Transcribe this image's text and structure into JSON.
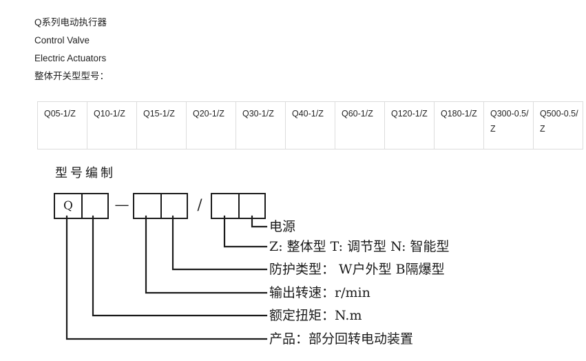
{
  "header": {
    "lines": [
      "Q系列电动执行器",
      "Control Valve",
      "Electric Actuators",
      "整体开关型型号："
    ]
  },
  "model_table": {
    "cells": [
      "Q05-1/Z",
      "Q10-1/Z",
      "Q15-1/Z",
      "Q20-1/Z",
      "Q30-1/Z",
      "Q40-1/Z",
      "Q60-1/Z",
      "Q120-1/Z",
      "Q180-1/Z",
      "Q300-0.5/Z",
      "Q500-0.5/Z"
    ]
  },
  "diagram": {
    "title": "型号编制",
    "boxes": {
      "group1": [
        "Q",
        ""
      ],
      "separator1": "—",
      "group2": [
        "",
        ""
      ],
      "separator2": "/",
      "group3": [
        "",
        ""
      ]
    },
    "labels": [
      {
        "key": "power",
        "text": "电源"
      },
      {
        "key": "type",
        "text": "Z: 整体型    T: 调节型    N: 智能型"
      },
      {
        "key": "protection",
        "text": "防护类型：  W户外型     B隔爆型"
      },
      {
        "key": "speed",
        "text": "输出转速：r/min"
      },
      {
        "key": "torque",
        "text": "额定扭矩：N.m"
      },
      {
        "key": "product",
        "text": "产品：部分回转电动装置"
      }
    ]
  },
  "colors": {
    "background": "#ffffff",
    "text": "#1a1a1a",
    "table_border": "#dcdcdc",
    "line": "#1a1a1a"
  }
}
